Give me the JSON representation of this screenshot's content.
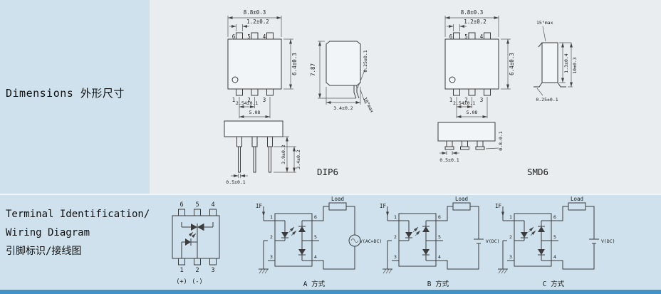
{
  "theme": {
    "label_bg": "#cee1ec",
    "content_bg": "#e9edf0",
    "accent_bar": "#4293c4",
    "line_color": "#3c3c3c"
  },
  "dimensions_section": {
    "heading": "Dimensions 外形尺寸",
    "dip6": {
      "caption": "DIP6",
      "top": {
        "dim_width": "8.8±0.3",
        "dim_pin": "1.2±0.2",
        "dim_height": "6.4±0.3",
        "dim_pitch": "2.54±0.1",
        "dim_span": "5.08",
        "pins_top": [
          "6",
          "5",
          "4"
        ],
        "pins_bottom": [
          "1",
          "2",
          "3"
        ]
      },
      "side": {
        "dim_total_height": "7.87",
        "dim_lead_thickness": "0.25±0.1",
        "dim_body_depth": "3.4±0.2",
        "dim_lead_angle": "10°max"
      },
      "front": {
        "dim_lead_long": "3.9±0.2",
        "dim_lead_short": "3.4±0.2",
        "dim_lead_width": "0.5±0.1"
      }
    },
    "smd6": {
      "caption": "SMD6",
      "top": {
        "dim_width": "8.8±0.3",
        "dim_pin": "1.2±0.2",
        "dim_height": "6.4±0.3",
        "dim_pitch": "2.54±0.1",
        "dim_span": "5.08",
        "pins_top": [
          "6",
          "5",
          "4"
        ],
        "pins_bottom": [
          "1",
          "2",
          "3"
        ]
      },
      "side": {
        "dim_lead_angle": "15°max",
        "dim_body": "1.3±0.4",
        "dim_total": "10±0.3",
        "dim_foot_thickness": "0.25±0.1"
      },
      "front": {
        "dim_lead_width": "0.5±0.1",
        "dim_foot_len": "0.8-0.1"
      }
    }
  },
  "wiring_section": {
    "heading_line1": "Terminal Identification/",
    "heading_line2": "Wiring Diagram",
    "heading_line3": "引脚标识/接线图",
    "pinout": {
      "pins_top": [
        "6",
        "5",
        "4"
      ],
      "pins_bottom": [
        "1",
        "2",
        "3"
      ],
      "polarity_plus": "(+)",
      "polarity_minus": "(-)"
    },
    "circuits": [
      {
        "mode": "A 方式",
        "load": "Load",
        "source": "V(AC=DC)",
        "current": "IF",
        "pins_left": [
          "1",
          "2",
          "3"
        ],
        "pins_right": [
          "6",
          "5",
          "4"
        ]
      },
      {
        "mode": "B 方式",
        "load": "Load",
        "source": "V(DC)",
        "current": "IF",
        "pins_left": [
          "1",
          "2",
          "3"
        ],
        "pins_right": [
          "6",
          "5",
          "4"
        ]
      },
      {
        "mode": "C 方式",
        "load": "Load",
        "source": "V(DC)",
        "current": "IF",
        "pins_left": [
          "1",
          "2",
          "3"
        ],
        "pins_right": [
          "6",
          "5",
          "4"
        ]
      }
    ]
  }
}
